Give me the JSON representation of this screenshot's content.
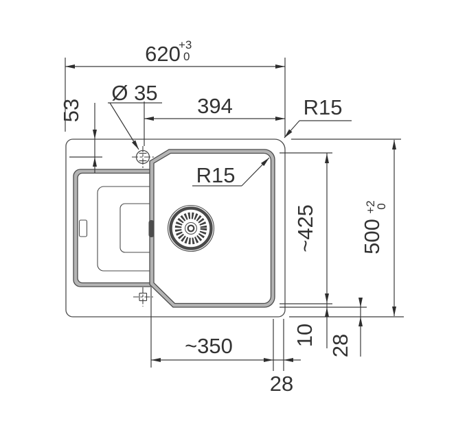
{
  "drawing": {
    "type": "sink-installation-dimension-drawing",
    "labels": {
      "width_total": "620",
      "width_tol_plus": "+3",
      "width_tol_minus": "0",
      "tap_hole_dia": "Ø 35",
      "bowl_top_width": "394",
      "radius_outer": "R15",
      "radius_bowl": "R15",
      "tap_offset": "53",
      "bowl_length": "~425",
      "depth_total": "500",
      "depth_tol_plus": "+2",
      "depth_tol_minus": "0",
      "rim_gap": "10",
      "right_offset": "28",
      "bowl_bottom_width": "~350",
      "bottom_offset": "28"
    },
    "colors": {
      "line": "#3a3a3a",
      "outline": "#4a4a4a",
      "band": "#b4b4b4",
      "dark": "#4c4c4c",
      "background": "#ffffff"
    }
  }
}
